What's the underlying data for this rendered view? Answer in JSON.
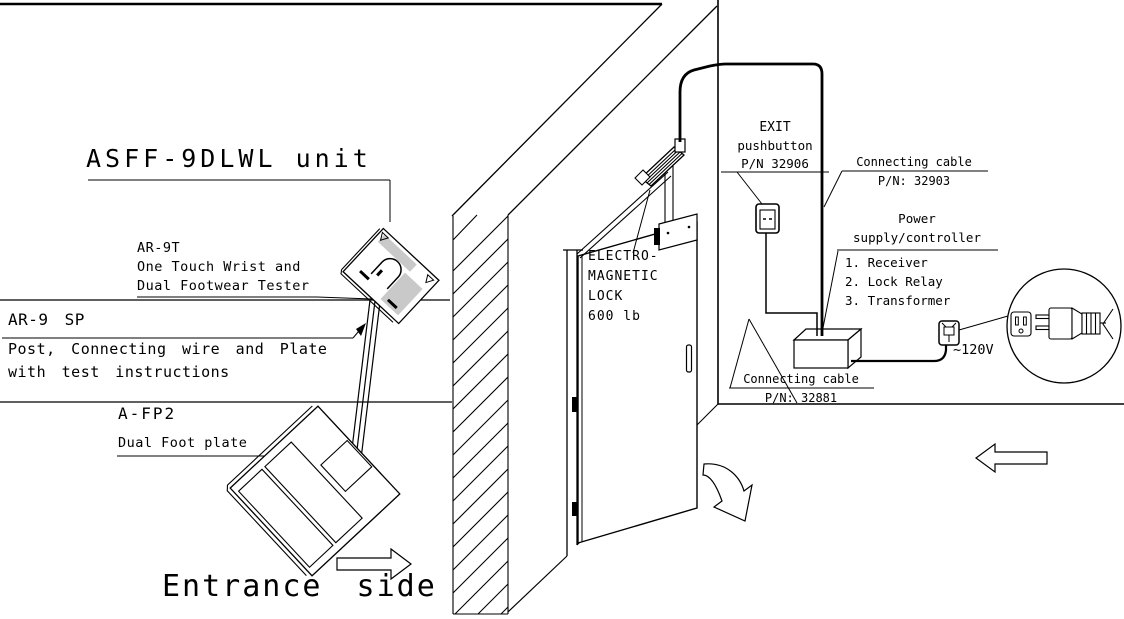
{
  "colors": {
    "line": "#000000",
    "background": "#ffffff"
  },
  "unit": {
    "title": "ASFF-9DLWL unit"
  },
  "tester": {
    "model": "AR-9T",
    "line1": "One Touch Wrist and",
    "line2": "Dual Footwear Tester"
  },
  "post": {
    "model": "AR-9 SP",
    "line1": "Post, Connecting wire and Plate",
    "line2": "with test instructions"
  },
  "foot_plate": {
    "model": "A-FP2",
    "desc": "Dual Foot plate"
  },
  "entrance": {
    "label": "Entrance side"
  },
  "maglock": {
    "line1": "ELECTRO-",
    "line2": "MAGNETIC",
    "line3": "LOCK",
    "line4": "600 lb"
  },
  "exit_button": {
    "line1": "EXIT",
    "line2": "pushbutton",
    "pn": "P/N 32906"
  },
  "cable_upper": {
    "label": "Connecting cable",
    "pn": "P/N: 32903"
  },
  "power": {
    "line1": "Power",
    "line2": "supply/controller",
    "items": [
      "1. Receiver",
      "2. Lock Relay",
      "3. Transformer"
    ]
  },
  "cable_lower": {
    "label": "Connecting cable",
    "pn": "P/N: 32881"
  },
  "outlet": {
    "voltage": "~120V"
  }
}
